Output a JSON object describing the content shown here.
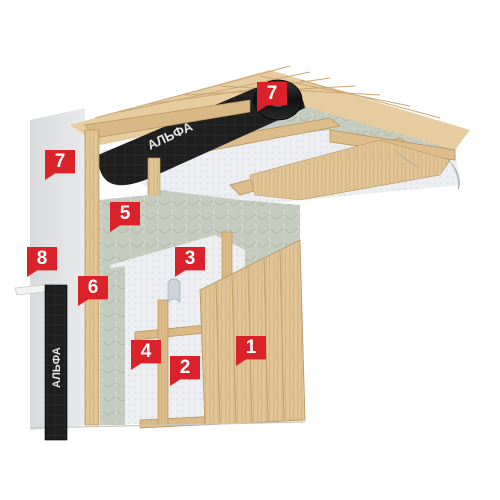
{
  "diagram": {
    "badges": [
      {
        "label": "7"
      },
      {
        "label": "7"
      },
      {
        "label": "5"
      },
      {
        "label": "3"
      },
      {
        "label": "8"
      },
      {
        "label": "6"
      },
      {
        "label": "4"
      },
      {
        "label": "2"
      },
      {
        "label": "1"
      }
    ],
    "roll_top": {
      "brand": "АЛЬФА"
    },
    "roll_side": {
      "brand": "АЛЬФА"
    }
  },
  "colors": {
    "badge_red": "#d9222a",
    "wood_light": "#e8cfa2",
    "wood_mid": "#d6b583",
    "wood_dark": "#b8935c",
    "wool_grey": "#c9cdc3",
    "foil_silver": "#e8ebee",
    "concrete": "#dfe0e2",
    "membrane_black": "#1b1b1b"
  }
}
